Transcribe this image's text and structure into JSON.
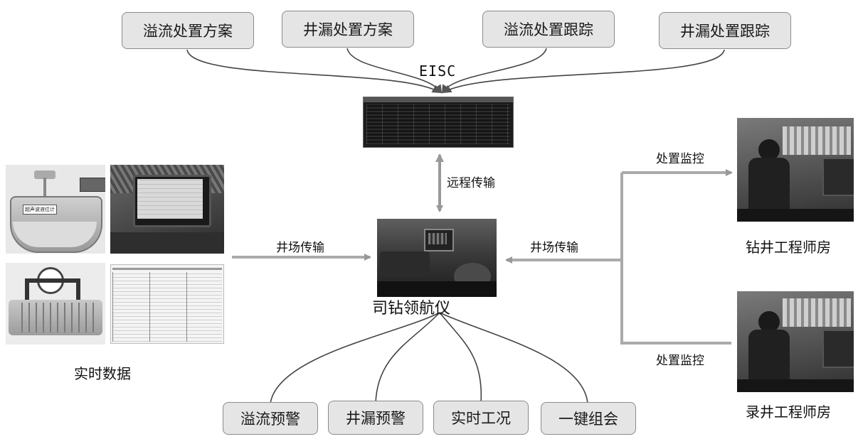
{
  "top_plans": [
    "溢流处置方案",
    "井漏处置方案",
    "溢流处置跟踪",
    "井漏处置跟踪"
  ],
  "eisc_label": "EISC",
  "remote_link_label": "远程传输",
  "center_label": "司钻领航仪",
  "left_link_label": "井场传输",
  "right_link_label": "井场传输",
  "left_block_label": "实时数据",
  "monitor_top_label": "处置监控",
  "monitor_bottom_label": "处置监控",
  "room_top_label": "钻井工程师房",
  "room_bottom_label": "录井工程师房",
  "bottom_functions": [
    "溢流预警",
    "井漏预警",
    "实时工况",
    "一键组会"
  ],
  "tank_gauge_label": "超声波液位计"
}
